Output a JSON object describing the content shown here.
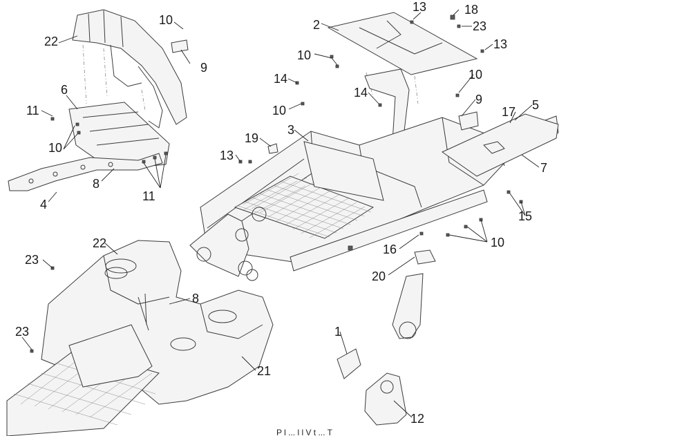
{
  "diagram": {
    "caption": "P   l   ... l   l  V  t  ... T",
    "callouts": [
      {
        "id": "c-22a",
        "text": "22"
      },
      {
        "id": "c-10a",
        "text": "10"
      },
      {
        "id": "c-9a",
        "text": "9"
      },
      {
        "id": "c-6",
        "text": "6"
      },
      {
        "id": "c-11a",
        "text": "11"
      },
      {
        "id": "c-10b",
        "text": "10"
      },
      {
        "id": "c-8a",
        "text": "8"
      },
      {
        "id": "c-4",
        "text": "4"
      },
      {
        "id": "c-11b",
        "text": "11"
      },
      {
        "id": "c-2",
        "text": "2"
      },
      {
        "id": "c-13a",
        "text": "13"
      },
      {
        "id": "c-18",
        "text": "18"
      },
      {
        "id": "c-23a",
        "text": "23"
      },
      {
        "id": "c-13b",
        "text": "13"
      },
      {
        "id": "c-10c",
        "text": "10"
      },
      {
        "id": "c-10d",
        "text": "10"
      },
      {
        "id": "c-14a",
        "text": "14"
      },
      {
        "id": "c-14b",
        "text": "14"
      },
      {
        "id": "c-10e",
        "text": "10"
      },
      {
        "id": "c-9b",
        "text": "9"
      },
      {
        "id": "c-5",
        "text": "5"
      },
      {
        "id": "c-17",
        "text": "17"
      },
      {
        "id": "c-3",
        "text": "3"
      },
      {
        "id": "c-19",
        "text": "19"
      },
      {
        "id": "c-13c",
        "text": "13"
      },
      {
        "id": "c-7",
        "text": "7"
      },
      {
        "id": "c-15",
        "text": "15"
      },
      {
        "id": "c-16",
        "text": "16"
      },
      {
        "id": "c-10f",
        "text": "10"
      },
      {
        "id": "c-20",
        "text": "20"
      },
      {
        "id": "c-22b",
        "text": "22"
      },
      {
        "id": "c-23b",
        "text": "23"
      },
      {
        "id": "c-8b",
        "text": "8"
      },
      {
        "id": "c-23c",
        "text": "23"
      },
      {
        "id": "c-21",
        "text": "21"
      },
      {
        "id": "c-1",
        "text": "1"
      },
      {
        "id": "c-12",
        "text": "12"
      }
    ]
  }
}
